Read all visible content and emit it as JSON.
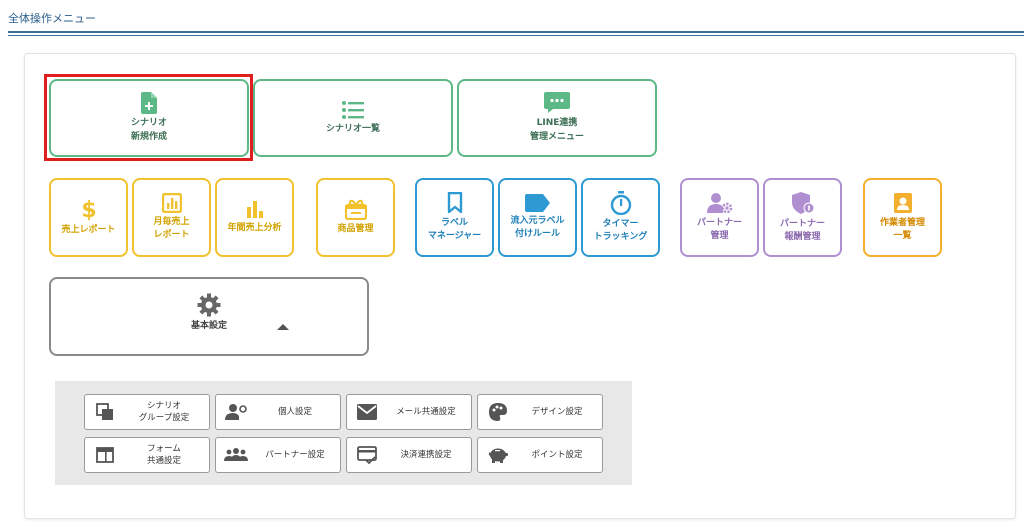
{
  "header": {
    "title": "全体操作メニュー"
  },
  "main_tiles": [
    {
      "label": "シナリオ\n新規作成"
    },
    {
      "label": "シナリオ一覧"
    },
    {
      "label": "LINE連携\n管理メニュー"
    }
  ],
  "report_tiles": [
    {
      "label": "売上レポート"
    },
    {
      "label": "月毎売上\nレポート"
    },
    {
      "label": "年間売上分析"
    },
    {
      "label": "商品管理"
    }
  ],
  "label_tiles": [
    {
      "label": "ラベル\nマネージャー"
    },
    {
      "label": "流入元ラベル\n付けルール"
    },
    {
      "label": "タイマー\nトラッキング"
    }
  ],
  "partner_tiles": [
    {
      "label": "パートナー\n管理"
    },
    {
      "label": "パートナー\n報酬管理"
    }
  ],
  "worker_tile": {
    "label": "作業者管理\n一覧"
  },
  "basic_settings": {
    "label": "基本設定"
  },
  "settings_buttons": [
    {
      "label": "シナリオ\nグループ設定"
    },
    {
      "label": "個人設定"
    },
    {
      "label": "メール共通設定"
    },
    {
      "label": "デザイン設定"
    },
    {
      "label": "フォーム\n共通設定"
    },
    {
      "label": "パートナー設定"
    },
    {
      "label": "決済連携設定"
    },
    {
      "label": "ポイント設定"
    }
  ],
  "colors": {
    "green": "#5cb887",
    "yellow": "#f2c12e",
    "orange": "#f2b02e",
    "blue": "#2d9ad3",
    "purple": "#b08fd0",
    "gray": "#8a8a8a",
    "highlight": "#e01e1e"
  }
}
